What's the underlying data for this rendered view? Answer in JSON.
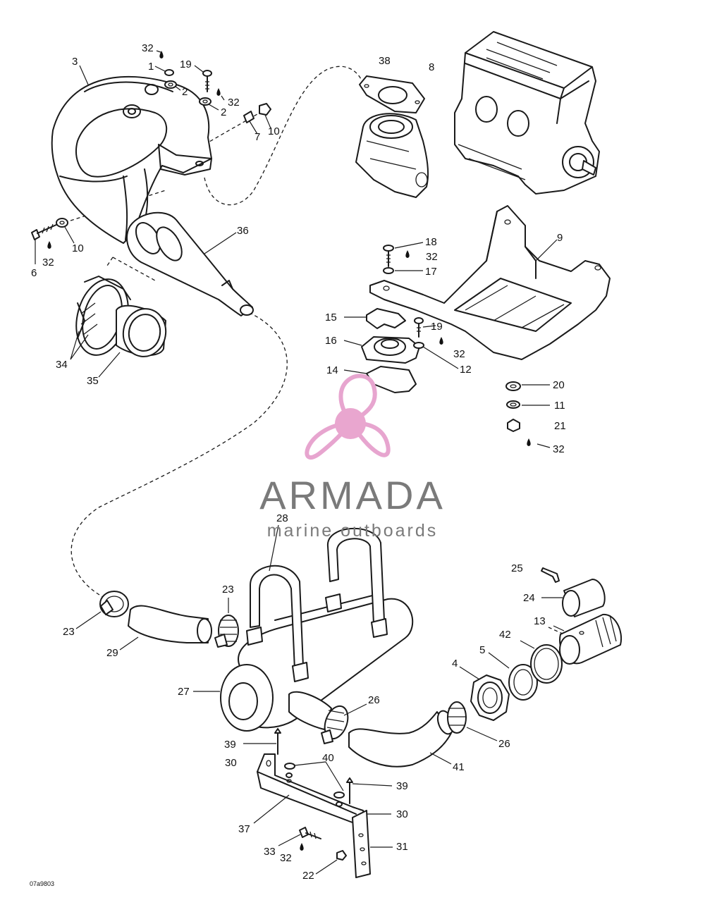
{
  "diagram": {
    "drawing_code": "07a9803",
    "callouts": [
      {
        "id": "c3",
        "label": "3"
      },
      {
        "id": "c32a",
        "label": "32"
      },
      {
        "id": "c1",
        "label": "1"
      },
      {
        "id": "c2a",
        "label": "2"
      },
      {
        "id": "c19a",
        "label": "19"
      },
      {
        "id": "c32b",
        "label": "32"
      },
      {
        "id": "c2b",
        "label": "2"
      },
      {
        "id": "c7",
        "label": "7"
      },
      {
        "id": "c10a",
        "label": "10"
      },
      {
        "id": "c38",
        "label": "38"
      },
      {
        "id": "c8",
        "label": "8"
      },
      {
        "id": "c10b",
        "label": "10"
      },
      {
        "id": "c6",
        "label": "6"
      },
      {
        "id": "c32c",
        "label": "32"
      },
      {
        "id": "c36",
        "label": "36"
      },
      {
        "id": "c34",
        "label": "34"
      },
      {
        "id": "c35",
        "label": "35"
      },
      {
        "id": "c9",
        "label": "9"
      },
      {
        "id": "c18",
        "label": "18"
      },
      {
        "id": "c32d",
        "label": "32"
      },
      {
        "id": "c17",
        "label": "17"
      },
      {
        "id": "c15",
        "label": "15"
      },
      {
        "id": "c19b",
        "label": "19"
      },
      {
        "id": "c16",
        "label": "16"
      },
      {
        "id": "c32e",
        "label": "32"
      },
      {
        "id": "c12",
        "label": "12"
      },
      {
        "id": "c14",
        "label": "14"
      },
      {
        "id": "c20",
        "label": "20"
      },
      {
        "id": "c11",
        "label": "11"
      },
      {
        "id": "c21",
        "label": "21"
      },
      {
        "id": "c32f",
        "label": "32"
      },
      {
        "id": "c28",
        "label": "28"
      },
      {
        "id": "c25",
        "label": "25"
      },
      {
        "id": "c24",
        "label": "24"
      },
      {
        "id": "c13",
        "label": "13"
      },
      {
        "id": "c23a",
        "label": "23"
      },
      {
        "id": "c23b",
        "label": "23"
      },
      {
        "id": "c29",
        "label": "29"
      },
      {
        "id": "c42",
        "label": "42"
      },
      {
        "id": "c5",
        "label": "5"
      },
      {
        "id": "c4",
        "label": "4"
      },
      {
        "id": "c27",
        "label": "27"
      },
      {
        "id": "c26a",
        "label": "26"
      },
      {
        "id": "c26b",
        "label": "26"
      },
      {
        "id": "c39a",
        "label": "39"
      },
      {
        "id": "c30a",
        "label": "30"
      },
      {
        "id": "c40",
        "label": "40"
      },
      {
        "id": "c41",
        "label": "41"
      },
      {
        "id": "c39b",
        "label": "39"
      },
      {
        "id": "c30b",
        "label": "30"
      },
      {
        "id": "c37",
        "label": "37"
      },
      {
        "id": "c31",
        "label": "31"
      },
      {
        "id": "c33",
        "label": "33"
      },
      {
        "id": "c32g",
        "label": "32"
      },
      {
        "id": "c22",
        "label": "22"
      }
    ]
  },
  "watermark": {
    "title": "ARMADA",
    "subtitle": "marine outboards",
    "colors": {
      "propeller": "#e7a5cf",
      "hub": "#e9a6cf",
      "text": "#7a7a7a"
    }
  }
}
